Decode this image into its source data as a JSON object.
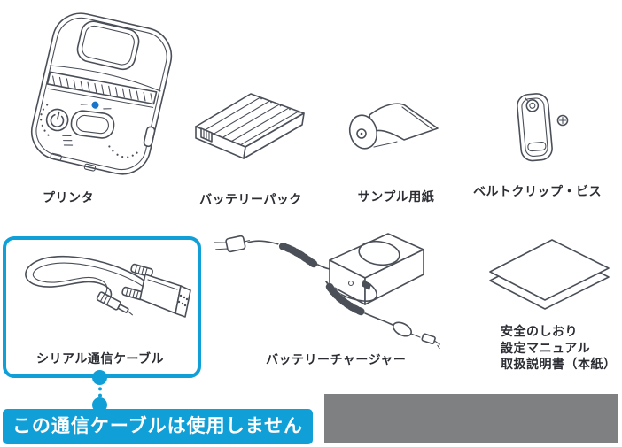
{
  "colors": {
    "accent": "#119FD8",
    "line": "#4A4F58",
    "gray_block": "#7F8082",
    "bt_dot": "#1A75C8"
  },
  "items": {
    "printer": {
      "label": "プリンタ",
      "icon": "printer-illustration"
    },
    "battery_pack": {
      "label": "バッテリーパック",
      "icon": "battery-pack-illustration"
    },
    "sample_paper": {
      "label": "サンプル用紙",
      "icon": "paper-roll-illustration"
    },
    "belt_clip": {
      "label": "ベルトクリップ・ビス",
      "icon": "belt-clip-illustration"
    },
    "serial_cable": {
      "label": "シリアル通信ケーブル",
      "icon": "serial-cable-illustration",
      "highlighted": true
    },
    "battery_charger": {
      "label": "バッテリーチャージャー",
      "icon": "battery-charger-illustration"
    },
    "documents": {
      "icon": "documents-illustration",
      "lines": [
        "安全のしおり",
        "設定マニュアル",
        "取扱説明書（本紙）"
      ]
    }
  },
  "callout": {
    "text": "この通信ケーブルは使用しません"
  }
}
